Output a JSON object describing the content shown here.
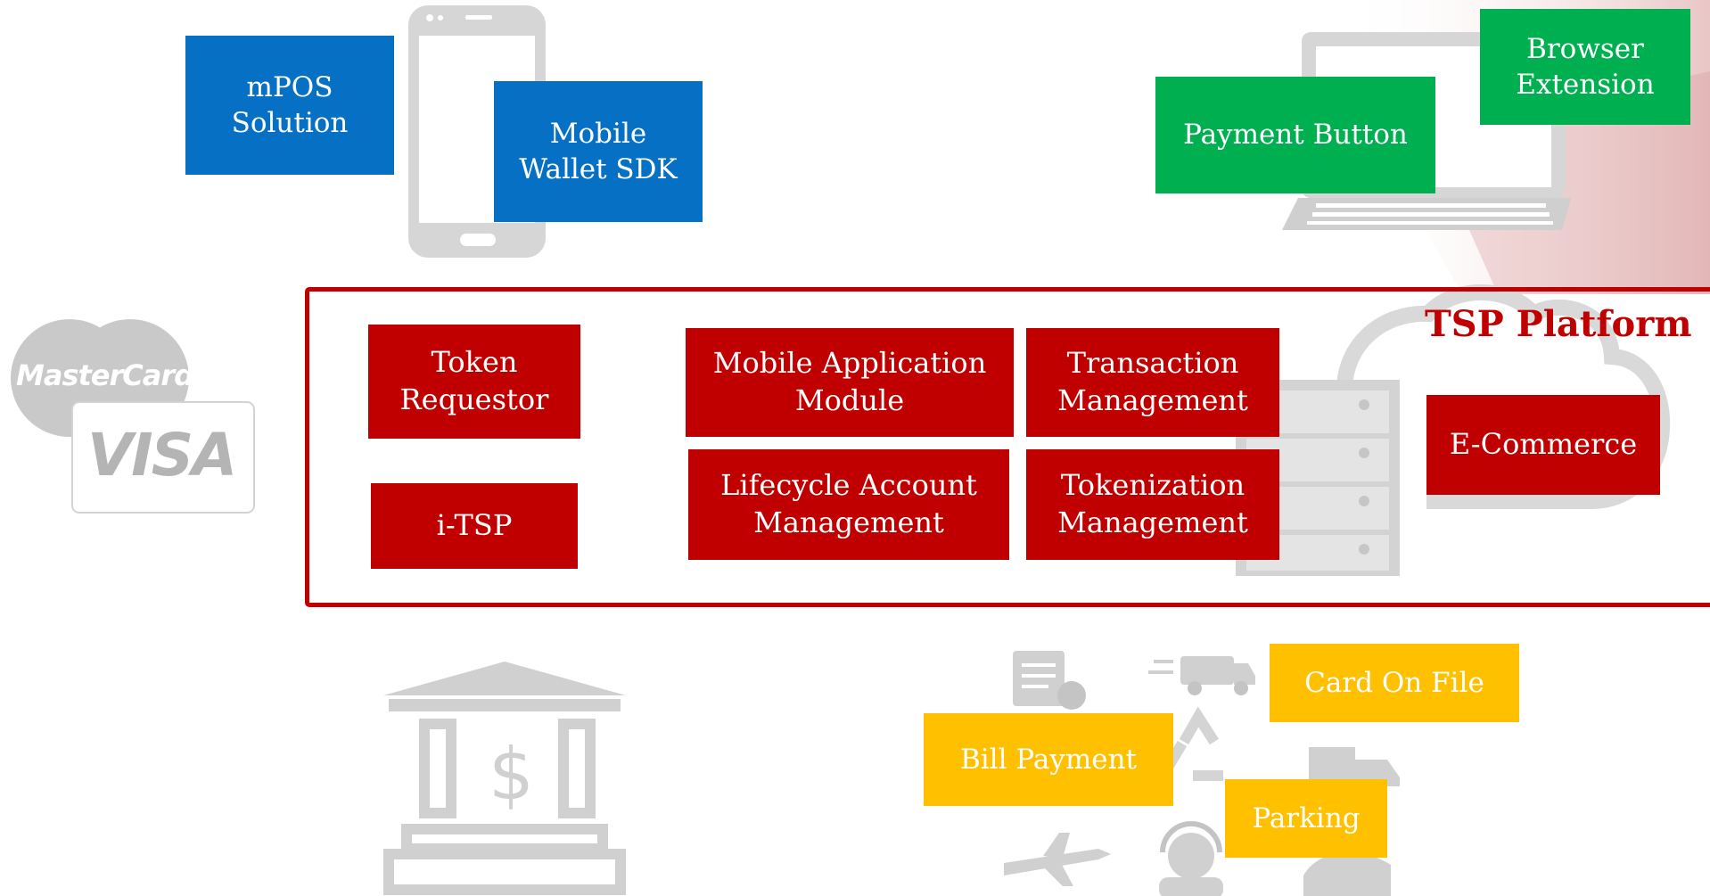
{
  "platform": {
    "title": "TSP Platform"
  },
  "mobile": {
    "mpos": "mPOS Solution",
    "wallet_sdk": "Mobile Wallet SDK"
  },
  "web": {
    "payment_button": "Payment Button",
    "browser_extension": "Browser Extension"
  },
  "modules": {
    "token_requestor": "Token Requestor",
    "itsp": "i-TSP",
    "mobile_app_module": "Mobile Application Module",
    "lifecycle_account": "Lifecycle Account Management",
    "transaction_mgmt": "Transaction Management",
    "tokenization_mgmt": "Tokenization Management",
    "ecommerce": "E-Commerce"
  },
  "use_cases": {
    "card_on_file": "Card On File",
    "bill_payment": "Bill Payment",
    "parking": "Parking"
  },
  "card_brands": {
    "mastercard": "MasterCard",
    "visa": "VISA"
  },
  "colors": {
    "mobile": "#0670c4",
    "web": "#00b050",
    "platform": "#c00000",
    "use_cases": "#ffc000",
    "icon_gray": "#bdbdbd"
  }
}
